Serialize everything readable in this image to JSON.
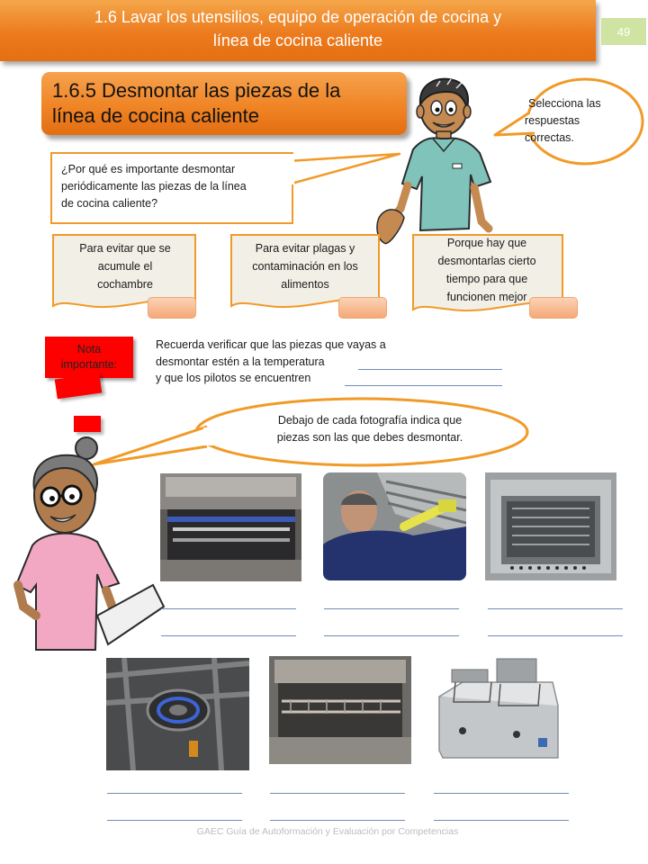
{
  "header": {
    "title_line1": "1.6  Lavar los utensilios, equipo de operación de cocina y",
    "title_line2": "línea de cocina caliente",
    "page_number": "49"
  },
  "section": {
    "title_line1": "1.6.5 Desmontar las piezas de la",
    "title_line2": "línea de cocina caliente"
  },
  "instruction_bubble": {
    "line1": "Selecciona las",
    "line2": "respuestas",
    "line3": "correctas."
  },
  "question": {
    "line1": "¿Por qué es importante desmontar",
    "line2": "periódicamente las piezas de la línea",
    "line3": "de cocina caliente?"
  },
  "answers": [
    {
      "line1": "Para evitar que se",
      "line2": "acumule el",
      "line3": "cochambre"
    },
    {
      "line1": "Para evitar  plagas y",
      "line2": "contaminación en los",
      "line3": "alimentos"
    },
    {
      "line1": "Porque hay que",
      "line2": "desmontarlas cierto",
      "line3": "tiempo para que",
      "line4": "funcionen mejor"
    }
  ],
  "note": {
    "line1": "Nota",
    "line2": "importante:"
  },
  "reminder": {
    "line1": "Recuerda verificar que las piezas que vayas a",
    "line2": "desmontar estén a la temperatura",
    "line3": "y que los pilotos se encuentren"
  },
  "photo_bubble": {
    "line1": "Debajo de cada fotografía indica que",
    "line2": "piezas son las que debes desmontar."
  },
  "photos": [
    {
      "icon": "salamander-broiler-photo"
    },
    {
      "icon": "worker-cleaning-hood-photo"
    },
    {
      "icon": "fryer-basket-photo"
    },
    {
      "icon": "gas-burner-photo"
    },
    {
      "icon": "oven-rack-photo"
    },
    {
      "icon": "double-fryer-photo"
    }
  ],
  "footer": {
    "text": "GAEC Guía de Autoformación y Evaluación por Competencias"
  },
  "colors": {
    "accent_orange": "#ec7b1e",
    "note_red": "#ff0000",
    "line_blue": "#6f8db5",
    "page_tab_green": "#cfe3a3"
  }
}
